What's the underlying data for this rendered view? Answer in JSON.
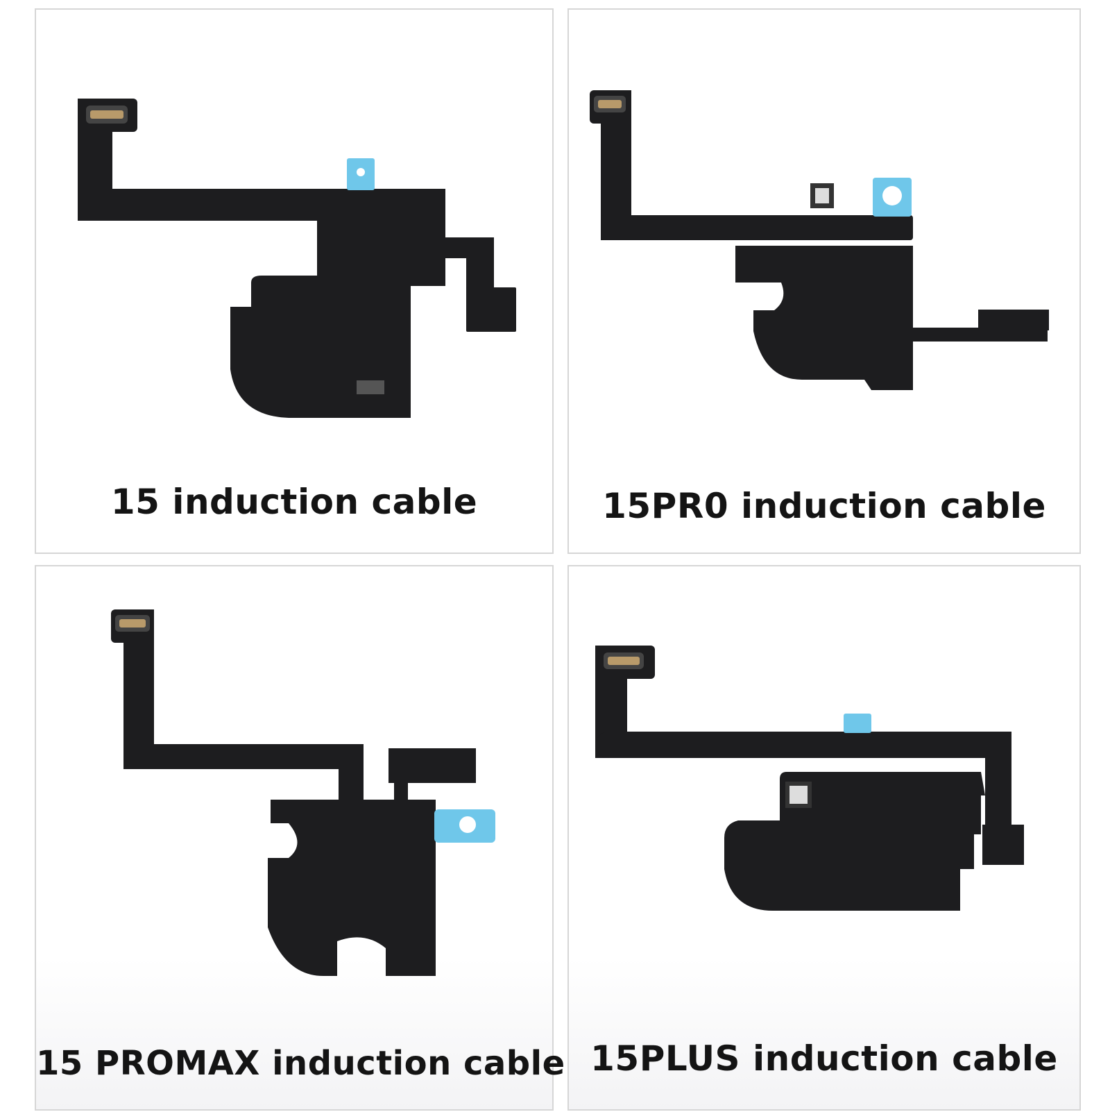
{
  "panels": [
    {
      "caption": "15 induction cable"
    },
    {
      "caption": "15PR0 induction cable"
    },
    {
      "caption": "15 PROMAX induction cable"
    },
    {
      "caption": "15PLUS induction cable"
    }
  ],
  "colors": {
    "cable": "#1d1d1f",
    "connector": "#b89a6a",
    "tab": "#6fc7ea",
    "border": "#d6d6d6",
    "text": "#141414"
  }
}
